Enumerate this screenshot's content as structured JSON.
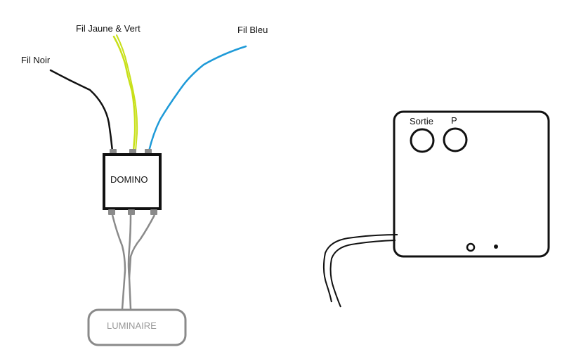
{
  "labels": {
    "wire_black": "Fil Noir",
    "wire_yellow_green": "Fil Jaune & Vert",
    "wire_blue": "Fil Bleu",
    "domino": "DOMINO",
    "luminaire": "LUMINAIRE",
    "module_out": "Sortie",
    "module_p": "P"
  },
  "colors": {
    "black_wire": "#111111",
    "yellow_green_wire": "#c8e01a",
    "blue_wire": "#1e9ad8",
    "grey_wire": "#8a8a8a",
    "luminaire_outline": "#8a8a8a",
    "connector": "#8a8a8a"
  },
  "icons": {
    "module_button_left": "circle-button",
    "module_button_right": "circle-button",
    "module_led": "ring-indicator",
    "module_dot": "dot-indicator"
  }
}
